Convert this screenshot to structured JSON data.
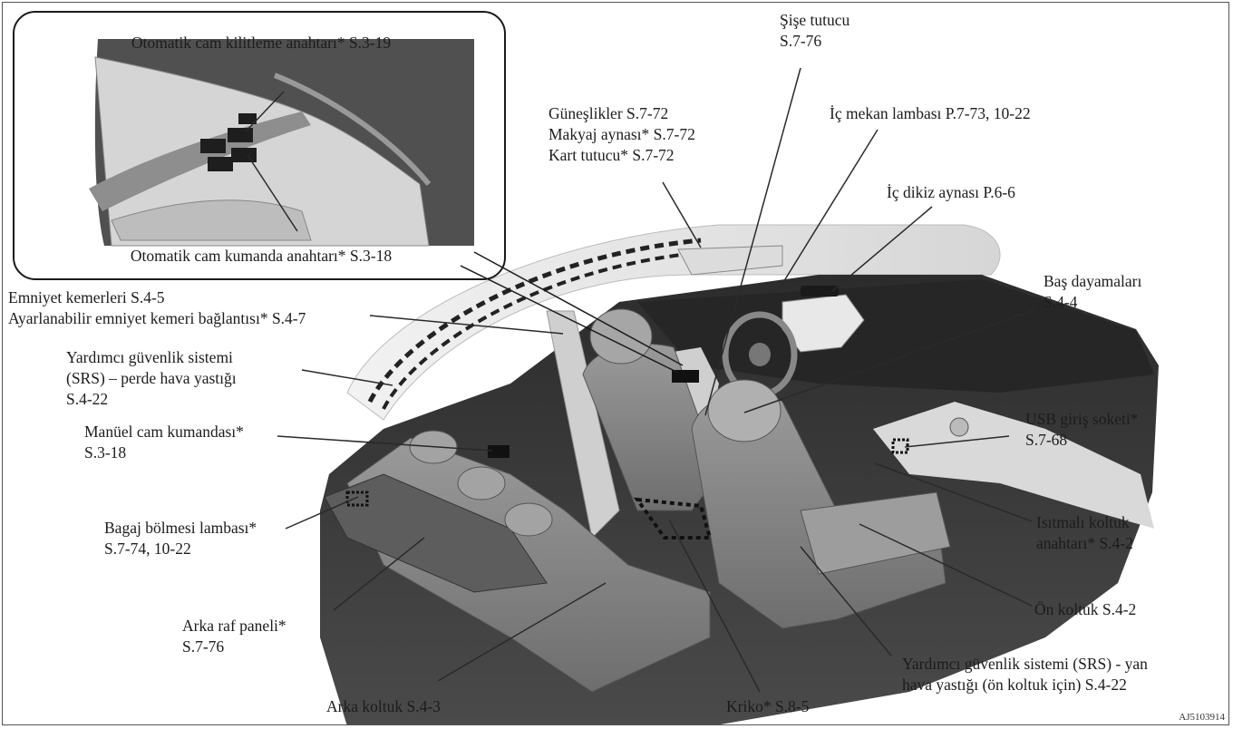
{
  "inset": {
    "top_label": "Otomatik cam kilitleme anahtarı* S.3-19",
    "bottom_label": "Otomatik cam kumanda anahtarı* S.3-18"
  },
  "labels": {
    "sise_tutucu": [
      "Şişe tutucu",
      "S.7-76"
    ],
    "gunes": [
      "Güneşlikler S.7-72",
      "Makyaj aynası* S.7-72",
      "Kart tutucu* S.7-72"
    ],
    "ic_mekan": [
      "İç mekan lambası P.7-73, 10-22"
    ],
    "ic_dikiz": [
      "İç dikiz aynası P.6-6"
    ],
    "emniyet": [
      "Emniyet kemerleri S.4-5",
      "Ayarlanabilir emniyet kemeri bağlantısı* S.4-7"
    ],
    "bas_dayama": [
      "Baş dayamaları",
      "S.4-4"
    ],
    "srs_perde": [
      "Yardımcı güvenlik sistemi",
      "(SRS) – perde hava yastığı",
      "S.4-22"
    ],
    "manuel_cam": [
      "Manüel cam kumandası*",
      "S.3-18"
    ],
    "usb": [
      "USB giriş soketi*",
      "S.7-68"
    ],
    "bagaj": [
      "Bagaj bölmesi lambası*",
      "S.7-74, 10-22"
    ],
    "isitmali": [
      "Isıtmalı koltuk",
      "anahtarı* S.4-2"
    ],
    "arka_raf": [
      "Arka raf paneli*",
      "S.7-76"
    ],
    "on_koltuk": [
      "Ön koltuk S.4-2"
    ],
    "srs_yan": [
      "Yardımcı güvenlik sistemi (SRS) - yan",
      "hava yastığı (ön koltuk için) S.4-22"
    ],
    "arka_koltuk": [
      "Arka koltuk S.4-3"
    ],
    "kriko": [
      "Kriko* S.8-5"
    ]
  },
  "figure_id": "AJ5103914",
  "colors": {
    "body_dark": "#3d3d3d",
    "seat": "#8a8a8a",
    "roof_light": "#e6e6e6",
    "leader": "#2a2a2a"
  }
}
